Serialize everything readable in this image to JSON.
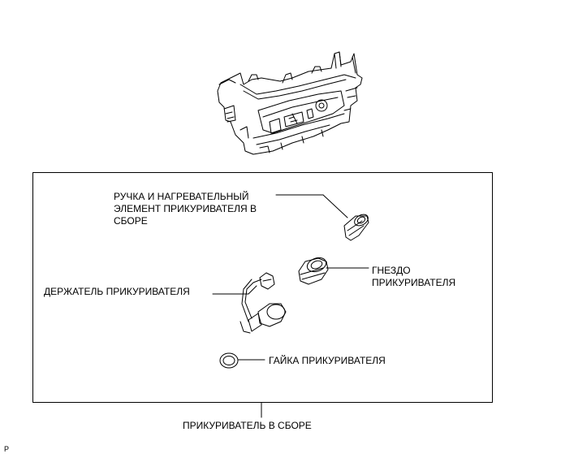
{
  "labels": {
    "knob_element": {
      "line1": "РУЧКА И НАГРЕВАТЕЛЬНЫЙ",
      "line2": "ЭЛЕМЕНТ ПРИКУРИВАТЕЛЯ В",
      "line3": "СБОРЕ"
    },
    "socket": {
      "line1": "ГНЕЗДО",
      "line2": "ПРИКУРИВАТЕЛЯ"
    },
    "holder": "ДЕРЖАТЕЛЬ ПРИКУРИВАТЕЛЯ",
    "nut": "ГАЙКА ПРИКУРИВАТЕЛЯ",
    "assembly": "ПРИКУРИВАТЕЛЬ В СБОРЕ"
  },
  "figure_code": "P",
  "colors": {
    "line": "#000000",
    "background": "#ffffff"
  }
}
